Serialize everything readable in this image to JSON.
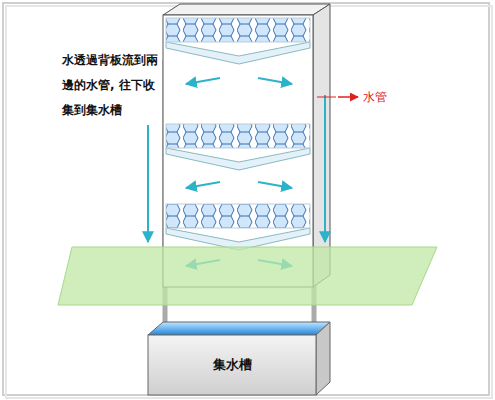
{
  "diagram": {
    "nodes": [
      {
        "text": [
          "集水槽"
        ]
      }
    ],
    "labels": [
      "水透過背板流到兩邊的水管, 往下收集到集水槽",
      "水管"
    ]
  }
}
